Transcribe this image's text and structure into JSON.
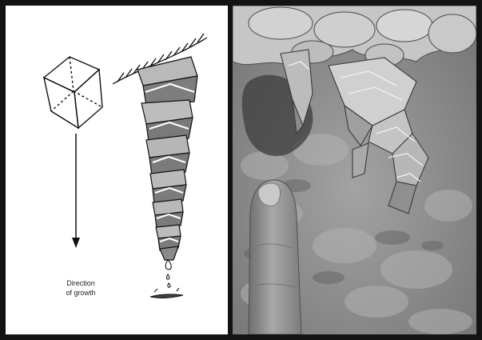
{
  "figure": {
    "left_panel": {
      "label_line1": "Direction",
      "label_line2": "of growth"
    },
    "right_panel": {
      "subject": "photograph of cave crystals with a finger pointing"
    },
    "colors": {
      "border": "#131313",
      "crystal_face_light": "#b8b8b8",
      "crystal_face_dark": "#7a7a7a",
      "ink": "#111111"
    },
    "icons": [
      "cube-icon",
      "arrow-down-icon",
      "ceiling-hatch-icon",
      "drip-icon"
    ]
  }
}
